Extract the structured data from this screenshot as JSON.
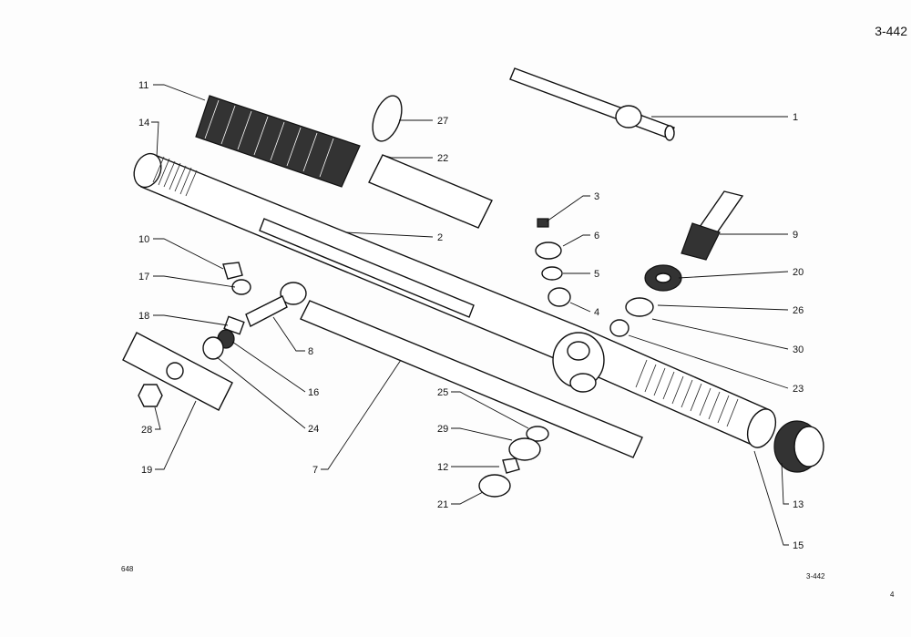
{
  "page": {
    "sheet_number": "3-442",
    "figure_code": "648",
    "figure_ref": "3-442",
    "page_number": "4"
  },
  "callouts": {
    "c1": "1",
    "c2": "2",
    "c3": "3",
    "c4": "4",
    "c5": "5",
    "c6": "6",
    "c7": "7",
    "c8": "8",
    "c9": "9",
    "c10": "10",
    "c11": "11",
    "c12": "12",
    "c13": "13",
    "c14": "14",
    "c15": "15",
    "c16": "16",
    "c17": "17",
    "c18": "18",
    "c19": "19",
    "c20": "20",
    "c21": "21",
    "c22": "22",
    "c23": "23",
    "c24": "24",
    "c25": "25",
    "c26": "26",
    "c27": "27",
    "c28": "28",
    "c29": "29",
    "c30": "30"
  }
}
